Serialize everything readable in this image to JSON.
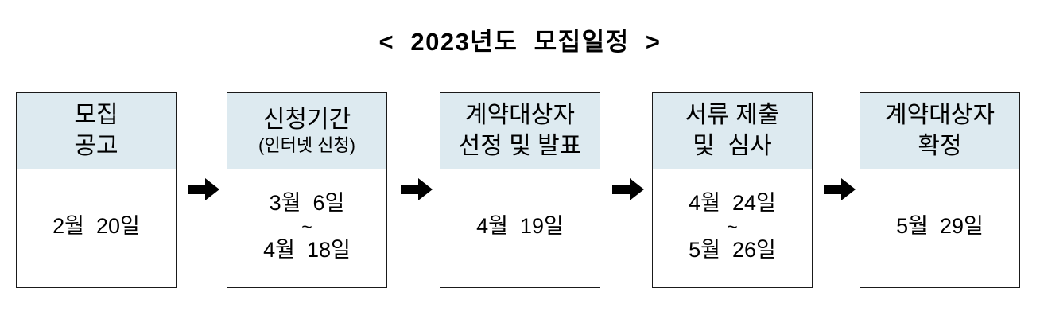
{
  "title": "<  2023년도  모집일정  >",
  "colors": {
    "header_fill": "#ddeaf0",
    "box_border": "#1a1a1a",
    "divider": "#808080",
    "text": "#000000",
    "arrow": "#000000"
  },
  "steps": [
    {
      "header_lines": [
        "모집",
        "공고"
      ],
      "header_sub": null,
      "body_lines": [
        "2월  20일"
      ],
      "name": "recruitment-notice"
    },
    {
      "header_lines": [
        "신청기간"
      ],
      "header_sub": "(인터넷 신청)",
      "body_lines": [
        "3월  6일",
        "~",
        "4월  18일"
      ],
      "name": "application-period"
    },
    {
      "header_lines": [
        "계약대상자",
        "선정 및 발표"
      ],
      "header_sub": null,
      "body_lines": [
        "4월  19일"
      ],
      "name": "contract-candidate-selection-announcement"
    },
    {
      "header_lines": [
        "서류 제출",
        "및  심사"
      ],
      "header_sub": null,
      "body_lines": [
        "4월  24일",
        "~",
        "5월  26일"
      ],
      "name": "document-submission-review"
    },
    {
      "header_lines": [
        "계약대상자",
        "확정"
      ],
      "header_sub": null,
      "body_lines": [
        "5월  29일"
      ],
      "name": "contract-candidate-confirmation"
    }
  ],
  "arrows": [
    {
      "icon": "right-arrow-icon"
    },
    {
      "icon": "right-arrow-icon"
    },
    {
      "icon": "right-arrow-icon"
    },
    {
      "icon": "right-arrow-icon"
    }
  ]
}
